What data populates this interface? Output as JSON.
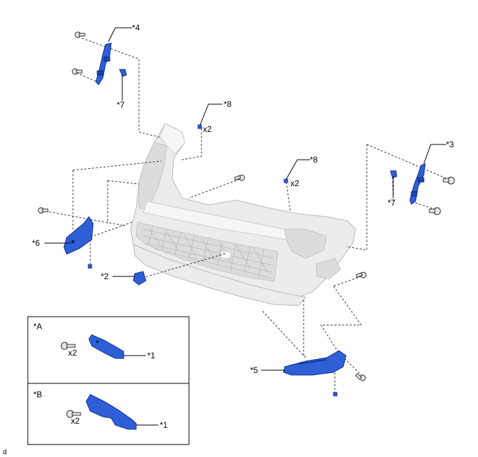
{
  "callouts": {
    "c1_a": "*1",
    "c1_b": "*1",
    "c2": "*2",
    "c3": "*3",
    "c4": "*4",
    "c5": "*5",
    "c6": "*6",
    "c7_left": "*7",
    "c7_right": "*7",
    "c8_left": "*8",
    "c8_right": "*8"
  },
  "quantities": {
    "q8_left": "x2",
    "q8_right": "x2",
    "qA": "x2",
    "qB": "x2"
  },
  "insets": {
    "a_label": "*A",
    "b_label": "*B"
  },
  "corner_mark": "d",
  "colors": {
    "part": "#2f5fd6",
    "bumper": "#ececec",
    "line": "#000000"
  }
}
